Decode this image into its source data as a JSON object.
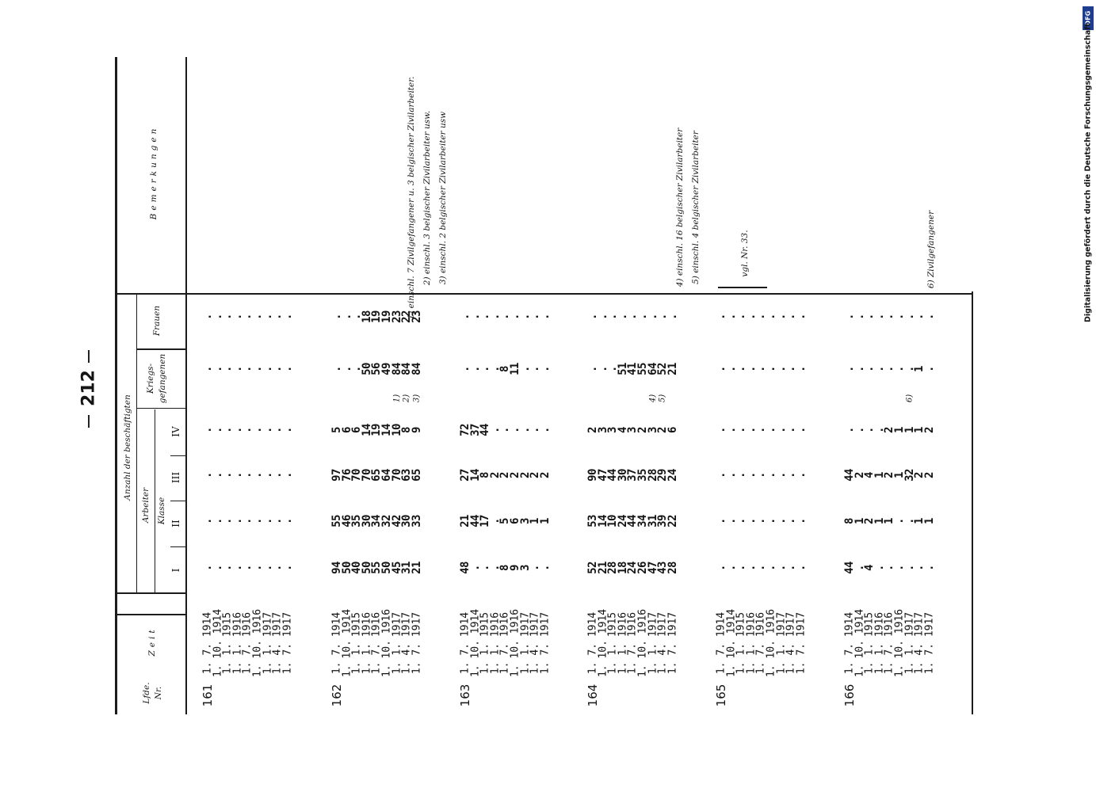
{
  "page_number": "212",
  "credit": {
    "text": "Digitalisierung gefördert durch die Deutsche Forschungsgemeinschaft",
    "badge": "DFG"
  },
  "headers": {
    "nr": [
      "Lfde.",
      "Nr."
    ],
    "zeit": "Zeit",
    "anzahl": "Anzahl der beschäftigten",
    "arbeiter": "Arbeiter",
    "klasse": "Klasse",
    "class_labels": [
      "I",
      "II",
      "III",
      "IV"
    ],
    "kriegsgefangenen": [
      "Kriegs-",
      "gefangenen"
    ],
    "frauen": "Frauen",
    "bemerkungen": "Bemerkungen"
  },
  "groups": [
    {
      "nr": "161",
      "dates": [
        "1. 7. 1914",
        "1. 10. 1914",
        "1. 1. 1915",
        "1. 1. 1916",
        "1. 7. 1916",
        "1. 10. 1916",
        "1. 1. 1917",
        "1. 4. 1917",
        "1. 7. 1917"
      ],
      "k1": [
        ".",
        ".",
        ".",
        ".",
        ".",
        ".",
        ".",
        ".",
        "."
      ],
      "k2": [
        ".",
        ".",
        ".",
        ".",
        ".",
        ".",
        ".",
        ".",
        "."
      ],
      "k3": [
        ".",
        ".",
        ".",
        ".",
        ".",
        ".",
        ".",
        ".",
        "."
      ],
      "k4": [
        ".",
        ".",
        ".",
        ".",
        ".",
        ".",
        ".",
        ".",
        "."
      ],
      "kg": [
        ".",
        ".",
        ".",
        ".",
        ".",
        ".",
        ".",
        ".",
        "."
      ],
      "fr": [
        ".",
        ".",
        ".",
        ".",
        ".",
        ".",
        ".",
        ".",
        "."
      ],
      "notes": []
    },
    {
      "nr": "162",
      "dates": [
        "1. 7. 1914",
        "1. 10. 1914",
        "1. 1. 1915",
        "1. 1. 1916",
        "1. 7. 1916",
        "1. 10. 1916",
        "1. 1. 1917",
        "1. 4. 1917",
        "1. 7. 1917"
      ],
      "k1": [
        "94",
        "50",
        "40",
        "50",
        "55",
        "50",
        "45",
        "31",
        "21"
      ],
      "k2": [
        "55",
        "46",
        "35",
        "30",
        "34",
        "32",
        "42",
        "30",
        "33"
      ],
      "k3": [
        "97",
        "76",
        "70",
        "70",
        "65",
        "64",
        "70",
        "63",
        "65"
      ],
      "k4": [
        "5",
        "6",
        "6",
        "14",
        "19",
        "14",
        "10",
        "8",
        "9"
      ],
      "kg": [
        ".",
        ".",
        ".",
        "50",
        "56",
        "49",
        "84",
        "84",
        "84"
      ],
      "fr": [
        ".",
        ".",
        ".",
        "18",
        "19",
        "19",
        "23",
        "22",
        "23"
      ],
      "kg_marks": [
        "",
        "",
        "",
        "",
        "",
        "",
        "1)",
        "2)",
        "3)"
      ],
      "notes": [
        "1) einschl. 7 Zivilgefangener u. 3 belgischer Zivilarbeiter.",
        "2) einschl. 3 belgischer Zivilarbeiter usw.",
        "3) einschl. 2 belgischer Zivilarbeiter usw"
      ]
    },
    {
      "nr": "163",
      "dates": [
        "1. 7. 1914",
        "1. 10. 1914",
        "1. 1. 1915",
        "1. 1. 1916",
        "1. 7. 1916",
        "1. 10. 1916",
        "1. 1. 1917",
        "1. 4. 1917",
        "1. 7. 1917"
      ],
      "k1": [
        "48",
        ".",
        ".",
        ".",
        "8",
        "9",
        "3",
        ".",
        "."
      ],
      "k2": [
        "21",
        "44",
        "17",
        ".",
        "5",
        "6",
        "3",
        "1",
        "1"
      ],
      "k3": [
        "27",
        "14",
        "8",
        "2",
        "2",
        "2",
        "2",
        "2",
        "2"
      ],
      "k4": [
        "72",
        "37",
        "44",
        ".",
        ".",
        ".",
        ".",
        ".",
        "."
      ],
      "kg": [
        ".",
        ".",
        ".",
        ".",
        "8",
        "11",
        ".",
        ".",
        "."
      ],
      "fr": [
        ".",
        ".",
        ".",
        ".",
        ".",
        ".",
        ".",
        ".",
        "."
      ],
      "notes": []
    },
    {
      "nr": "164",
      "dates": [
        "1. 7. 1914",
        "1. 10. 1914",
        "1. 1. 1915",
        "1. 1. 1916",
        "1. 7. 1916",
        "1. 10. 1916",
        "1. 1. 1917",
        "1. 4. 1917",
        "1. 7. 1917"
      ],
      "k1": [
        "52",
        "21",
        "28",
        "18",
        "24",
        "26",
        "47",
        "43",
        "28"
      ],
      "k2": [
        "53",
        "14",
        "10",
        "24",
        "44",
        "34",
        "31",
        "39",
        "22"
      ],
      "k3": [
        "90",
        "47",
        "44",
        "30",
        "37",
        "35",
        "28",
        "29",
        "24"
      ],
      "k4": [
        "2",
        "3",
        "3",
        "4",
        "3",
        "2",
        "3",
        "2",
        "6"
      ],
      "kg": [
        ".",
        ".",
        ".",
        "51",
        "41",
        "55",
        "64",
        "52",
        "21"
      ],
      "fr": [
        ".",
        ".",
        ".",
        ".",
        ".",
        ".",
        ".",
        ".",
        "."
      ],
      "kg_marks": [
        "",
        "",
        "",
        "",
        "",
        "",
        "4)",
        "5)",
        ""
      ],
      "notes": [
        "4) einschl. 16 belgischer Zivilarbeiter",
        "5) einschl. 4 belgischer Zivilarbeiter"
      ]
    },
    {
      "nr": "165",
      "dates": [
        "1. 7. 1914",
        "1. 10. 1914",
        "1. 1. 1915",
        "1. 1. 1916",
        "1. 7. 1916",
        "1. 10. 1916",
        "1. 1. 1917",
        "1. 4. 1917",
        "1. 7. 1917"
      ],
      "k1": [
        ".",
        ".",
        ".",
        ".",
        ".",
        ".",
        ".",
        ".",
        "."
      ],
      "k2": [
        ".",
        ".",
        ".",
        ".",
        ".",
        ".",
        ".",
        ".",
        "."
      ],
      "k3": [
        ".",
        ".",
        ".",
        ".",
        ".",
        ".",
        ".",
        ".",
        "."
      ],
      "k4": [
        ".",
        ".",
        ".",
        ".",
        ".",
        ".",
        ".",
        ".",
        "."
      ],
      "kg": [
        ".",
        ".",
        ".",
        ".",
        ".",
        ".",
        ".",
        ".",
        "."
      ],
      "fr": [
        ".",
        ".",
        ".",
        ".",
        ".",
        ".",
        ".",
        ".",
        "."
      ],
      "notes": [
        "vgl. Nr. 33."
      ]
    },
    {
      "nr": "166",
      "dates": [
        "1. 7. 1914",
        "1. 10. 1914",
        "1. 1. 1915",
        "1. 1. 1916",
        "1. 7. 1916",
        "1. 10. 1916",
        "1. 1. 1917",
        "1. 4. 1917",
        "1. 7. 1917"
      ],
      "k1": [
        "44",
        ".",
        "4",
        ".",
        ".",
        ".",
        ".",
        ".",
        "."
      ],
      "k2": [
        "8",
        "1",
        "2",
        "1",
        "1",
        ".",
        ".",
        "1",
        "1"
      ],
      "k3": [
        "44",
        "2",
        "4",
        "1",
        "2",
        "1",
        "32",
        "2",
        "2"
      ],
      "k4": [
        ".",
        ".",
        ".",
        ".",
        "2",
        "1",
        "1",
        "1",
        "2"
      ],
      "kg": [
        ".",
        ".",
        ".",
        ".",
        ".",
        ".",
        ".",
        "1",
        "."
      ],
      "fr": [
        ".",
        ".",
        ".",
        ".",
        ".",
        ".",
        ".",
        ".",
        "."
      ],
      "kg_marks": [
        "",
        "",
        "",
        "",
        "",
        "",
        "6)",
        "",
        ""
      ],
      "notes": [
        "6) Zivilgefangener"
      ]
    }
  ]
}
